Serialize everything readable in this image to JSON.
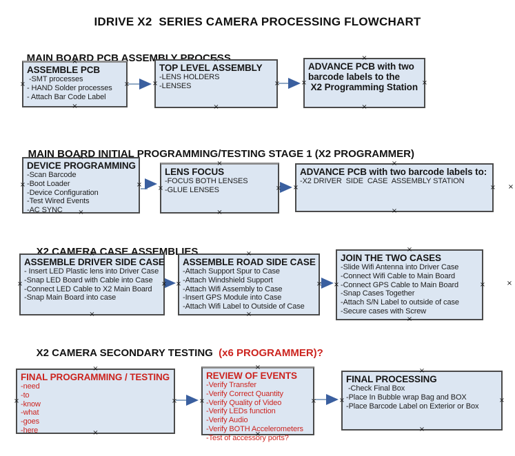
{
  "title": "IDRIVE X2  SERIES CAMERA PROCESSING FLOWCHART",
  "colors": {
    "box_fill": "#dce6f2",
    "box_border": "#4a4a4a",
    "red_text": "#cc231e",
    "arrow_line": "#90a8c4",
    "arrow_head": "#3a5f9f"
  },
  "icons": {
    "connection_point": "×"
  },
  "sections": [
    {
      "heading": "MAIN BOARD PCB ASSEMBLY PROCESS",
      "heading_red": "",
      "boxes": [
        {
          "title": "ASSEMBLE PCB",
          "items": [
            " -SMT processes",
            "- HAND Solder processes",
            "- Attach Bar Code Label"
          ]
        },
        {
          "title": "TOP LEVEL ASSEMBLY",
          "items": [
            "-LENS HOLDERS",
            "-LENSES"
          ]
        },
        {
          "title_lines": [
            "ADVANCE PCB with two",
            "barcode labels to the",
            " X2 Programming Station"
          ],
          "items": []
        }
      ]
    },
    {
      "heading": "MAIN BOARD INITIAL PROGRAMMING/TESTING STAGE 1 (X2 PROGRAMMER)",
      "heading_red": "",
      "boxes": [
        {
          "title": "DEVICE PROGRAMMING",
          "items": [
            "-Scan Barcode",
            "-Boot Loader",
            "-Device Configuration",
            "-Test Wired Events",
            "-AC SYNC"
          ]
        },
        {
          "title": "LENS FOCUS",
          "items": [
            "-FOCUS BOTH LENSES",
            "-GLUE LENSES"
          ]
        },
        {
          "title": "ADVANCE PCB with two barcode labels to:",
          "items": [
            "-X2 DRIVER  SIDE  CASE  ASSEMBLY STATION"
          ]
        }
      ]
    },
    {
      "heading": "X2 CAMERA CASE ASSEMBLIES",
      "heading_red": "",
      "boxes": [
        {
          "title": "ASSEMBLE DRIVER SIDE CASE",
          "items": [
            "- Insert LED Plastic lens into Driver Case",
            "-Snap LED Board with Cable into Case",
            "-Connect LED Cable to X2 Main Board",
            "-Snap Main Board into case"
          ]
        },
        {
          "title": "ASSEMBLE ROAD SIDE CASE",
          "items": [
            "-Attach Support Spur to Case",
            "-Attach Windshield Support",
            "-Attach Wifi Assembly to Case",
            "-Insert GPS Module into Case",
            "-Attach Wifi Label to Outside of Case"
          ]
        },
        {
          "title": "JOIN THE TWO CASES",
          "items": [
            "-Slide Wifi Antenna into Driver Case",
            "-Connect Wifi Cable to Main Board",
            "-Connect GPS Cable to Main Board",
            "-Snap Cases Together",
            "-Attach S/N Label to outside of case",
            "-Secure cases with Screw"
          ]
        }
      ]
    },
    {
      "heading": "X2 CAMERA SECONDARY TESTING ",
      "heading_red": " (x6 PROGRAMMER)?",
      "boxes": [
        {
          "style": "red",
          "title": "FINAL PROGRAMMING / TESTING",
          "items": [
            "-need",
            "-to",
            "-know",
            "-what",
            "-goes",
            "-here"
          ]
        },
        {
          "style": "red",
          "title": "REVIEW OF EVENTS",
          "items": [
            "-Verify Transfer",
            "-Verify Correct Quantity",
            "-Verify Quality of Video",
            "-Verify LEDs function",
            "-Verify Audio",
            "-Verify BOTH Accelerometers",
            "-Test of accessory ports?"
          ]
        },
        {
          "title": "FINAL PROCESSING",
          "items": [
            " -Check Final Box",
            "-Place In Bubble wrap Bag and BOX",
            "-Place Barcode Label on Exterior or Box"
          ]
        }
      ]
    }
  ]
}
